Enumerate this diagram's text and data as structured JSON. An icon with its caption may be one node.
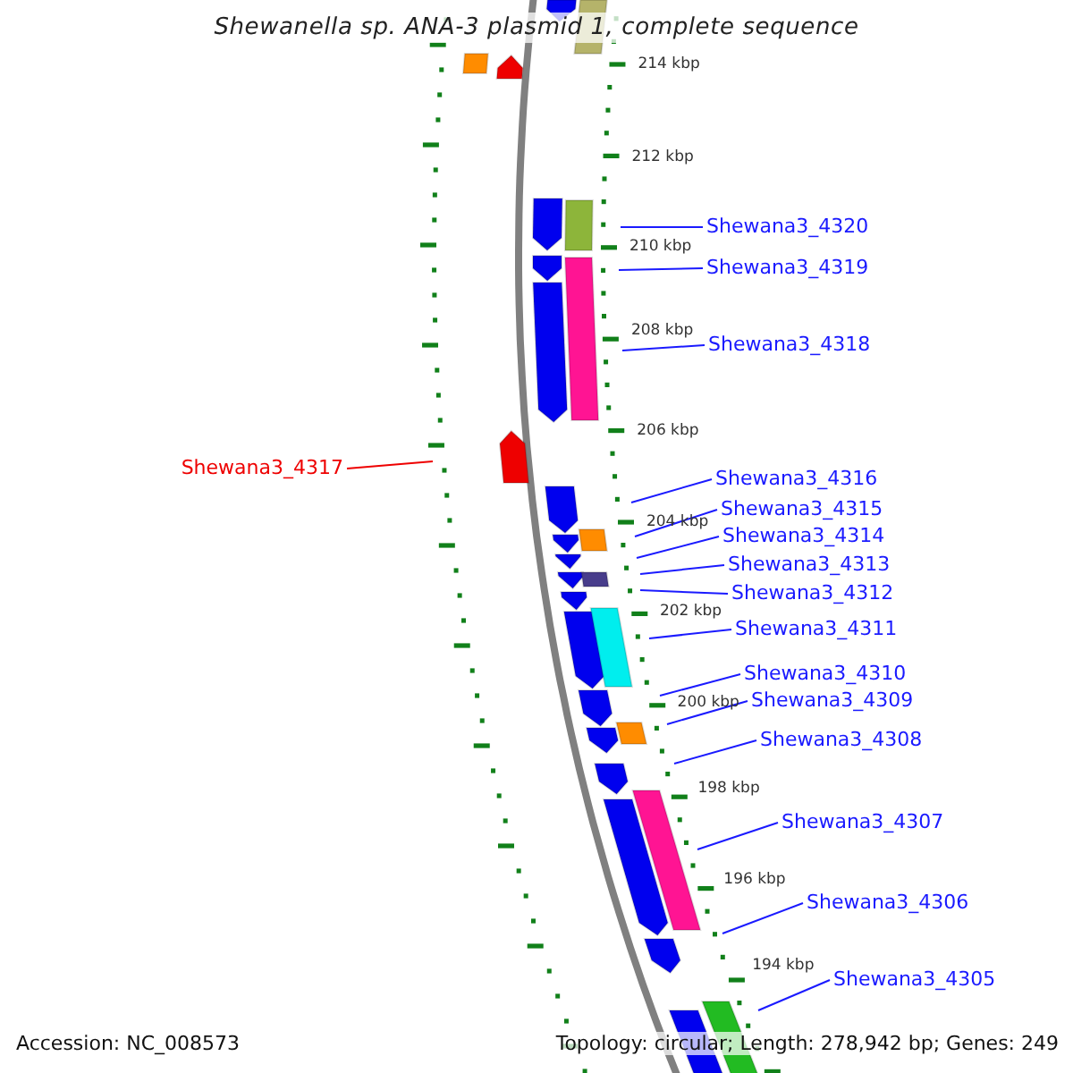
{
  "diagram": {
    "title": "Shewanella sp. ANA-3 plasmid 1, complete sequence",
    "nodes": [
      {
        "text": [
          "Shewana3_4320"
        ]
      },
      {
        "text": [
          "Shewana3_4319"
        ]
      },
      {
        "text": [
          "Shewana3_4318"
        ]
      },
      {
        "text": [
          "Shewana3_4317"
        ]
      },
      {
        "text": [
          "Shewana3_4316"
        ]
      },
      {
        "text": [
          "Shewana3_4315"
        ]
      },
      {
        "text": [
          "Shewana3_4314"
        ]
      },
      {
        "text": [
          "Shewana3_4313"
        ]
      },
      {
        "text": [
          "Shewana3_4312"
        ]
      },
      {
        "text": [
          "Shewana3_4311"
        ]
      },
      {
        "text": [
          "Shewana3_4310"
        ]
      },
      {
        "text": [
          "Shewana3_4309"
        ]
      },
      {
        "text": [
          "Shewana3_4308"
        ]
      },
      {
        "text": [
          "Shewana3_4307"
        ]
      },
      {
        "text": [
          "Shewana3_4306"
        ]
      },
      {
        "text": [
          "Shewana3_4305"
        ]
      }
    ],
    "edges": [
      {
        "from": 0,
        "to": null,
        "arrow": "none"
      },
      {
        "from": 1,
        "to": null,
        "arrow": "none"
      },
      {
        "from": 2,
        "to": null,
        "arrow": "none"
      },
      {
        "from": 3,
        "to": null,
        "arrow": "none",
        "color": "#ee0000"
      },
      {
        "from": 4,
        "to": null,
        "arrow": "none"
      },
      {
        "from": 5,
        "to": null,
        "arrow": "none"
      },
      {
        "from": 6,
        "to": null,
        "arrow": "none"
      },
      {
        "from": 7,
        "to": null,
        "arrow": "none"
      },
      {
        "from": 8,
        "to": null,
        "arrow": "none"
      },
      {
        "from": 9,
        "to": null,
        "arrow": "none"
      },
      {
        "from": 10,
        "to": null,
        "arrow": "none"
      },
      {
        "from": 11,
        "to": null,
        "arrow": "none"
      },
      {
        "from": 12,
        "to": null,
        "arrow": "none"
      },
      {
        "from": 13,
        "to": null,
        "arrow": "none"
      },
      {
        "from": 14,
        "to": null,
        "arrow": "none"
      },
      {
        "from": 15,
        "to": null,
        "arrow": "none"
      }
    ],
    "labels": [
      "214 kbp",
      "212 kbp",
      "210 kbp",
      "208 kbp",
      "206 kbp",
      "204 kbp",
      "202 kbp",
      "200 kbp",
      "198 kbp",
      "196 kbp",
      "194 kbp",
      "Accession: NC_008573",
      "Topology: circular; Length: 278,942 bp; Genes: 249"
    ]
  }
}
